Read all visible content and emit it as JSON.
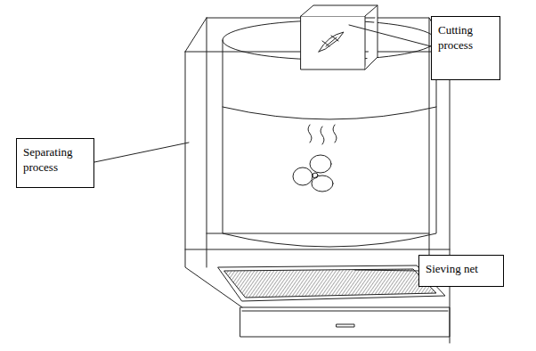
{
  "diagram": {
    "nodes": [
      {
        "text": [
          "Cutting process"
        ]
      },
      {
        "text": [
          "Separating process"
        ]
      },
      {
        "text": [
          "Sieving net"
        ]
      }
    ]
  }
}
